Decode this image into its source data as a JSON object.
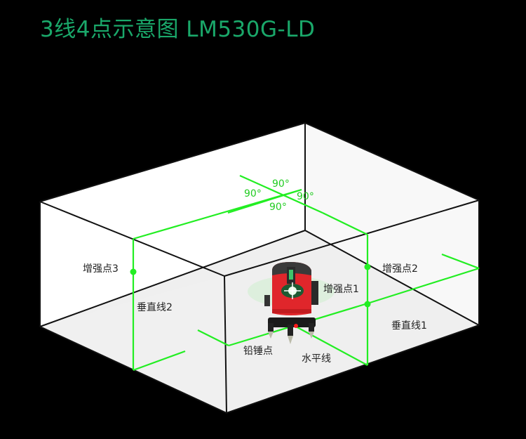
{
  "title": "3线4点示意图 LM530G-LD",
  "colors": {
    "background": "#000000",
    "title": "#1aa86a",
    "laser_line": "#22ee22",
    "wall_light": "#fafafa",
    "floor": "#efefef",
    "edge": "#111111",
    "device_body": "#e0262b",
    "plumb_dot": "#ff1a1a"
  },
  "angle_labels": [
    "90°",
    "90°",
    "90°",
    "90°"
  ],
  "labels": {
    "boost_point_1": "增强点1",
    "boost_point_2": "增强点2",
    "boost_point_3": "增强点3",
    "vertical_line_1": "垂直线1",
    "vertical_line_2": "垂直线2",
    "horizontal_line": "水平线",
    "plumb_point": "铅锤点"
  },
  "device": {
    "name": "laser-level-device",
    "icon": "laser-level-icon"
  }
}
